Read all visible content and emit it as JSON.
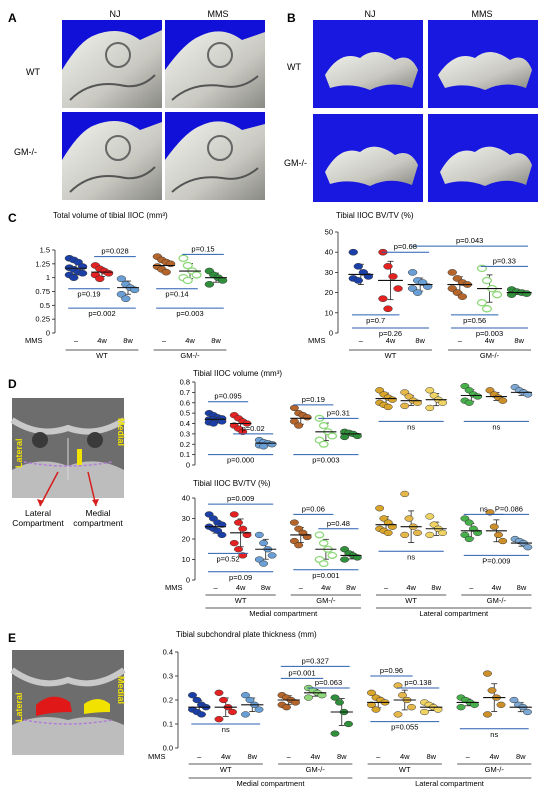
{
  "panels": {
    "A": {
      "letter": "A",
      "col_labels": [
        "NJ",
        "MMS"
      ],
      "row_labels": [
        "WT",
        "GM-/-"
      ]
    },
    "B": {
      "letter": "B",
      "col_labels": [
        "NJ",
        "MMS"
      ],
      "row_labels": [
        "WT",
        "GM-/-"
      ]
    },
    "C": {
      "letter": "C"
    },
    "D": {
      "letter": "D",
      "image_labels": {
        "lateral": "Lateral",
        "medial": "Medial",
        "lateral_compartment": "Lateral\nCompartment",
        "medial_compartment": "Medial\ncompartment"
      }
    },
    "E": {
      "letter": "E",
      "image_labels": {
        "lateral": "Lateral",
        "medial": "Medial"
      }
    }
  },
  "colors": {
    "wt_nj": "#1a3fa8",
    "wt_4w": "#e52222",
    "wt_8w": "#6a9fd6",
    "gm_nj": "#b5652a",
    "gm_4w": "#8fd87a",
    "gm_8w": "#2f8f3a",
    "lat_wt_nj": "#d9a52a",
    "lat_wt_4w": "#e6b84a",
    "lat_wt_8w": "#f0d463",
    "lat_gm_nj": "#47b04b",
    "lat_gm_4w": "#cc8f2a",
    "lat_gm_8w": "#7ba7d2",
    "bracket": "#2a5fb0",
    "img_bg": "#1010d8"
  },
  "chart_data": [
    {
      "id": "C1",
      "type": "scatter",
      "title": "Total volume of tibial IIOC (mm³)",
      "ylim": [
        0,
        1.5
      ],
      "yticks": [
        "0",
        "0.25",
        "0.5",
        "0.75",
        "1",
        "1.25",
        "1.5"
      ],
      "mms_label": "MMS",
      "x_labels": [
        "–",
        "4w",
        "8w",
        "–",
        "4w",
        "8w"
      ],
      "groups": [
        {
          "name": "WT"
        },
        {
          "name": "GM-/-"
        }
      ],
      "series": [
        {
          "color": "wt_nj",
          "hollow": false,
          "mean": 1.17,
          "values": [
            1.35,
            1.32,
            1.28,
            1.2,
            1.18,
            1.15,
            1.1,
            1.08,
            1.05,
            1.0
          ]
        },
        {
          "color": "wt_4w",
          "hollow": false,
          "mean": 1.1,
          "values": [
            1.22,
            1.16,
            1.12,
            1.08,
            1.05,
            0.98
          ]
        },
        {
          "color": "wt_8w",
          "hollow": false,
          "mean": 0.82,
          "values": [
            0.98,
            0.88,
            0.82,
            0.78,
            0.7,
            0.62
          ]
        },
        {
          "color": "gm_nj",
          "hollow": false,
          "mean": 1.22,
          "values": [
            1.38,
            1.32,
            1.28,
            1.25,
            1.2,
            1.15,
            1.1
          ]
        },
        {
          "color": "gm_4w",
          "hollow": true,
          "mean": 1.12,
          "values": [
            1.35,
            1.22,
            1.12,
            1.05,
            1.0,
            0.95
          ]
        },
        {
          "color": "gm_8w",
          "hollow": false,
          "mean": 1.0,
          "values": [
            1.12,
            1.05,
            1.0,
            0.95,
            0.88
          ]
        }
      ],
      "annotations": [
        {
          "text": "p=0.028",
          "a": 1,
          "b": 2,
          "y": 1.38
        },
        {
          "text": "p=0.15",
          "a": 4,
          "b": 5,
          "y": 1.42
        },
        {
          "text": "p=0.19",
          "a": 0,
          "b": 1,
          "y": 0.8,
          "below": true
        },
        {
          "text": "p=0.14",
          "a": 3,
          "b": 4,
          "y": 0.8,
          "below": true
        },
        {
          "text": "p=0.002",
          "a": 0,
          "b": 2,
          "y": 0.45,
          "below": true
        },
        {
          "text": "p=0.003",
          "a": 3,
          "b": 5,
          "y": 0.45,
          "below": true
        }
      ]
    },
    {
      "id": "C2",
      "type": "scatter",
      "title": "Tibial IIOC BV/TV (%)",
      "ylim": [
        0,
        50
      ],
      "yticks": [
        "0",
        "10",
        "20",
        "30",
        "40",
        "50"
      ],
      "mms_label": "MMS",
      "x_labels": [
        "–",
        "4w",
        "8w",
        "–",
        "4w",
        "8w"
      ],
      "groups": [
        {
          "name": "WT"
        },
        {
          "name": "GM-/-"
        }
      ],
      "series": [
        {
          "color": "wt_nj",
          "hollow": false,
          "mean": 29,
          "values": [
            40,
            33,
            30,
            28,
            27,
            26
          ]
        },
        {
          "color": "wt_4w",
          "hollow": false,
          "mean": 26,
          "values": [
            40,
            33,
            28,
            22,
            17,
            12
          ]
        },
        {
          "color": "wt_8w",
          "hollow": false,
          "mean": 24,
          "values": [
            30,
            26,
            25,
            23,
            22,
            20
          ]
        },
        {
          "color": "gm_nj",
          "hollow": false,
          "mean": 24,
          "values": [
            30,
            27,
            25,
            24,
            22,
            20,
            18
          ]
        },
        {
          "color": "gm_4w",
          "hollow": true,
          "mean": 22,
          "values": [
            32,
            26,
            22,
            19,
            15,
            12
          ]
        },
        {
          "color": "gm_8w",
          "hollow": false,
          "mean": 20,
          "values": [
            21.5,
            20.5,
            20,
            19.5,
            19
          ]
        }
      ],
      "annotations": [
        {
          "text": "p=0.043",
          "a": 2,
          "b": 5,
          "y": 43
        },
        {
          "text": "p=0.68",
          "a": 1,
          "b": 2,
          "y": 40
        },
        {
          "text": "p=0.33",
          "a": 4,
          "b": 5,
          "y": 33
        },
        {
          "text": "p=0.7",
          "a": 0,
          "b": 1,
          "y": 9,
          "below": true
        },
        {
          "text": "p=0.56",
          "a": 3,
          "b": 4,
          "y": 9,
          "below": true
        },
        {
          "text": "p=0.26",
          "a": 0,
          "b": 2,
          "y": 2.5,
          "below": true
        },
        {
          "text": "p=0.003",
          "a": 3,
          "b": 5,
          "y": 2.5,
          "below": true
        }
      ]
    },
    {
      "id": "D1",
      "type": "scatter",
      "title": "Tibial IIOC volume (mm³)",
      "ylim": [
        0,
        0.8
      ],
      "yticks": [
        "0",
        "0.1",
        "0.2",
        "0.3",
        "0.4",
        "0.5",
        "0.6",
        "0.7",
        "0.8"
      ],
      "mms_label": "",
      "x_labels": [],
      "groups": [],
      "series": [
        {
          "color": "wt_nj",
          "mean": 0.44,
          "values": [
            0.5,
            0.48,
            0.46,
            0.45,
            0.44,
            0.44,
            0.43,
            0.42,
            0.41,
            0.4
          ]
        },
        {
          "color": "wt_4w",
          "mean": 0.4,
          "values": [
            0.48,
            0.45,
            0.42,
            0.4,
            0.38,
            0.35,
            0.32
          ]
        },
        {
          "color": "wt_8w",
          "mean": 0.21,
          "values": [
            0.24,
            0.22,
            0.21,
            0.2,
            0.19,
            0.18
          ]
        },
        {
          "color": "gm_nj",
          "mean": 0.45,
          "values": [
            0.55,
            0.5,
            0.48,
            0.46,
            0.42,
            0.38
          ]
        },
        {
          "color": "gm_4w",
          "hollow": true,
          "mean": 0.32,
          "values": [
            0.45,
            0.38,
            0.32,
            0.28,
            0.24,
            0.2
          ]
        },
        {
          "color": "gm_8w",
          "mean": 0.3,
          "values": [
            0.32,
            0.31,
            0.3,
            0.28,
            0.27
          ]
        },
        {
          "color": "lat_wt_nj",
          "mean": 0.64,
          "values": [
            0.72,
            0.68,
            0.65,
            0.63,
            0.6,
            0.58,
            0.56
          ]
        },
        {
          "color": "lat_wt_4w",
          "mean": 0.62,
          "values": [
            0.7,
            0.66,
            0.62,
            0.6,
            0.57
          ]
        },
        {
          "color": "lat_wt_8w",
          "mean": 0.63,
          "values": [
            0.72,
            0.67,
            0.63,
            0.6,
            0.55
          ]
        },
        {
          "color": "lat_gm_nj",
          "mean": 0.67,
          "values": [
            0.76,
            0.72,
            0.68,
            0.66,
            0.62,
            0.6
          ]
        },
        {
          "color": "lat_gm_4w",
          "mean": 0.66,
          "values": [
            0.72,
            0.68,
            0.65,
            0.62
          ]
        },
        {
          "color": "lat_gm_8w",
          "mean": 0.7,
          "values": [
            0.75,
            0.72,
            0.7,
            0.68
          ]
        }
      ],
      "annotations": [
        {
          "text": "p=0.095",
          "a": 0,
          "b": 1,
          "y": 0.61
        },
        {
          "text": "p=0.19",
          "a": 3,
          "b": 4,
          "y": 0.58
        },
        {
          "text": "p=0.31",
          "a": 4,
          "b": 5,
          "y": 0.45
        },
        {
          "text": "p=0.02",
          "a": 1,
          "b": 2,
          "y": 0.3
        },
        {
          "text": "p=0.000",
          "a": 0,
          "b": 2,
          "y": 0.1,
          "below": true
        },
        {
          "text": "p=0.003",
          "a": 3,
          "b": 5,
          "y": 0.1,
          "below": true
        },
        {
          "text": "ns",
          "a": 6,
          "b": 8,
          "y": 0.42,
          "below": true
        },
        {
          "text": "ns",
          "a": 9,
          "b": 11,
          "y": 0.42,
          "below": true
        }
      ]
    },
    {
      "id": "D2",
      "type": "scatter",
      "title": "Tibial IIOC BV/TV (%)",
      "ylim": [
        0,
        40
      ],
      "yticks": [
        "0",
        "10",
        "20",
        "30",
        "40"
      ],
      "mms_label": "MMS",
      "x_labels": [
        "–",
        "4w",
        "8w",
        "–",
        "4w",
        "8w",
        "–",
        "4w",
        "8w",
        "–",
        "4w",
        "8w"
      ],
      "groups": [
        {
          "name": "WT"
        },
        {
          "name": "GM-/-"
        },
        {
          "name": "WT"
        },
        {
          "name": "GM-/-"
        }
      ],
      "compartments": [
        "Medial compartment",
        "Lateral compartment"
      ],
      "series": [
        {
          "color": "wt_nj",
          "mean": 26,
          "values": [
            32,
            30,
            28,
            27,
            26,
            25,
            24,
            22
          ]
        },
        {
          "color": "wt_4w",
          "mean": 23,
          "values": [
            32,
            28,
            25,
            22,
            18,
            15,
            12
          ]
        },
        {
          "color": "wt_8w",
          "mean": 15,
          "values": [
            22,
            18,
            15,
            12,
            10,
            8
          ]
        },
        {
          "color": "gm_nj",
          "mean": 22,
          "values": [
            28,
            25,
            23,
            21,
            19,
            17
          ]
        },
        {
          "color": "gm_4w",
          "hollow": true,
          "mean": 15,
          "values": [
            22,
            18,
            15,
            12,
            10,
            8
          ]
        },
        {
          "color": "gm_8w",
          "mean": 12,
          "values": [
            15,
            13,
            12,
            11,
            10
          ]
        },
        {
          "color": "lat_wt_nj",
          "mean": 27,
          "values": [
            35,
            30,
            28,
            26,
            25,
            24,
            23
          ]
        },
        {
          "color": "lat_wt_4w",
          "mean": 26,
          "values": [
            42,
            30,
            26,
            23,
            22
          ]
        },
        {
          "color": "lat_wt_8w",
          "mean": 25,
          "values": [
            31,
            27,
            25,
            23,
            22
          ]
        },
        {
          "color": "lat_gm_nj",
          "mean": 24,
          "values": [
            30,
            28,
            25,
            23,
            22,
            20
          ]
        },
        {
          "color": "lat_gm_4w",
          "mean": 24,
          "values": [
            33,
            26,
            22,
            19
          ]
        },
        {
          "color": "lat_gm_8w",
          "mean": 18,
          "values": [
            20,
            19,
            18,
            16
          ]
        }
      ],
      "annotations": [
        {
          "text": "p=0.009",
          "a": 0,
          "b": 2,
          "y": 37
        },
        {
          "text": "p=0.06",
          "a": 3,
          "b": 4,
          "y": 32
        },
        {
          "text": "p=0.48",
          "a": 4,
          "b": 5,
          "y": 25
        },
        {
          "text": "ns",
          "a": 9,
          "b": 10,
          "y": 32
        },
        {
          "text": "P=0.086",
          "a": 10,
          "b": 11,
          "y": 32
        },
        {
          "text": "p=0.52",
          "a": 0,
          "b": 1,
          "y": 13,
          "below": true
        },
        {
          "text": "p=0.09",
          "a": 0,
          "b": 2,
          "y": 4,
          "below": true
        },
        {
          "text": "p=0.001",
          "a": 3,
          "b": 5,
          "y": 5,
          "below": true
        },
        {
          "text": "ns",
          "a": 6,
          "b": 8,
          "y": 14,
          "below": true
        },
        {
          "text": "P=0.009",
          "a": 9,
          "b": 11,
          "y": 12,
          "below": true
        }
      ]
    },
    {
      "id": "E1",
      "type": "scatter",
      "title": "Tibial subchondral plate thickness (mm)",
      "ylim": [
        0,
        0.4
      ],
      "yticks": [
        "0.0",
        "0.1",
        "0.2",
        "0.3",
        "0.4"
      ],
      "mms_label": "MMS",
      "x_labels": [
        "–",
        "4w",
        "8w",
        "–",
        "4w",
        "8w",
        "–",
        "4w",
        "8w",
        "–",
        "4w",
        "8w"
      ],
      "groups": [
        {
          "name": "WT"
        },
        {
          "name": "GM-/-"
        },
        {
          "name": "WT"
        },
        {
          "name": "GM-/-"
        }
      ],
      "compartments": [
        "Medial compartment",
        "Lateral compartment"
      ],
      "series": [
        {
          "color": "wt_nj",
          "mean": 0.17,
          "values": [
            0.22,
            0.2,
            0.18,
            0.17,
            0.16,
            0.15,
            0.14
          ]
        },
        {
          "color": "wt_4w",
          "mean": 0.17,
          "values": [
            0.23,
            0.2,
            0.17,
            0.15,
            0.12
          ]
        },
        {
          "color": "wt_8w",
          "mean": 0.18,
          "values": [
            0.22,
            0.2,
            0.18,
            0.16,
            0.14
          ]
        },
        {
          "color": "gm_nj",
          "mean": 0.2,
          "values": [
            0.22,
            0.21,
            0.2,
            0.19,
            0.18,
            0.17
          ]
        },
        {
          "color": "gm_4w",
          "mean": 0.23,
          "values": [
            0.25,
            0.24,
            0.23,
            0.22,
            0.21
          ]
        },
        {
          "color": "gm_8w",
          "mean": 0.15,
          "values": [
            0.21,
            0.19,
            0.15,
            0.1,
            0.06
          ]
        },
        {
          "color": "lat_wt_nj",
          "mean": 0.19,
          "values": [
            0.23,
            0.21,
            0.2,
            0.19,
            0.18,
            0.16
          ]
        },
        {
          "color": "lat_wt_4w",
          "mean": 0.2,
          "values": [
            0.26,
            0.22,
            0.2,
            0.17,
            0.14
          ]
        },
        {
          "color": "lat_wt_8w",
          "mean": 0.17,
          "values": [
            0.19,
            0.18,
            0.17,
            0.16,
            0.15
          ]
        },
        {
          "color": "lat_gm_nj",
          "mean": 0.19,
          "values": [
            0.21,
            0.2,
            0.19,
            0.18,
            0.17
          ]
        },
        {
          "color": "lat_gm_4w",
          "mean": 0.21,
          "values": [
            0.31,
            0.24,
            0.21,
            0.18,
            0.14
          ]
        },
        {
          "color": "lat_gm_8w",
          "mean": 0.17,
          "values": [
            0.2,
            0.18,
            0.17,
            0.15
          ]
        }
      ],
      "annotations": [
        {
          "text": "p=0.327",
          "a": 3,
          "b": 5,
          "y": 0.34
        },
        {
          "text": "p=0.001",
          "a": 3,
          "b": 4,
          "y": 0.29
        },
        {
          "text": "p=0.063",
          "a": 4,
          "b": 5,
          "y": 0.25
        },
        {
          "text": "p=0.96",
          "a": 6,
          "b": 7,
          "y": 0.3
        },
        {
          "text": "p=0.138",
          "a": 7,
          "b": 8,
          "y": 0.25
        },
        {
          "text": "ns",
          "a": 0,
          "b": 2,
          "y": 0.1,
          "below": true
        },
        {
          "text": "p=0.055",
          "a": 6,
          "b": 8,
          "y": 0.11,
          "below": true
        },
        {
          "text": "ns",
          "a": 9,
          "b": 11,
          "y": 0.08,
          "below": true
        }
      ]
    }
  ]
}
